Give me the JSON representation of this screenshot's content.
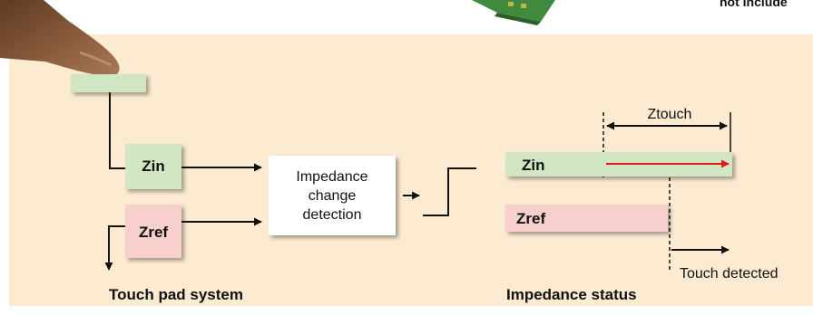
{
  "top_right_text": "not include",
  "left": {
    "zin_label": "Zin",
    "zref_label": "Zref",
    "detector_line1": "Impedance",
    "detector_line2": "change",
    "detector_line3": "detection",
    "caption": "Touch pad system"
  },
  "right": {
    "ztouch_label": "Ztouch",
    "zin_label": "Zin",
    "zref_label": "Zref",
    "touch_detected": "Touch detected",
    "caption": "Impedance status"
  },
  "colors": {
    "panel_bg": "#fcebd0",
    "zin_fill": "#d1e6c2",
    "zref_fill": "#f7cfcd",
    "arrow_red": "#e01a1a",
    "finger_skin": "#8a5a3c",
    "board_green": "#3f8a3f"
  }
}
